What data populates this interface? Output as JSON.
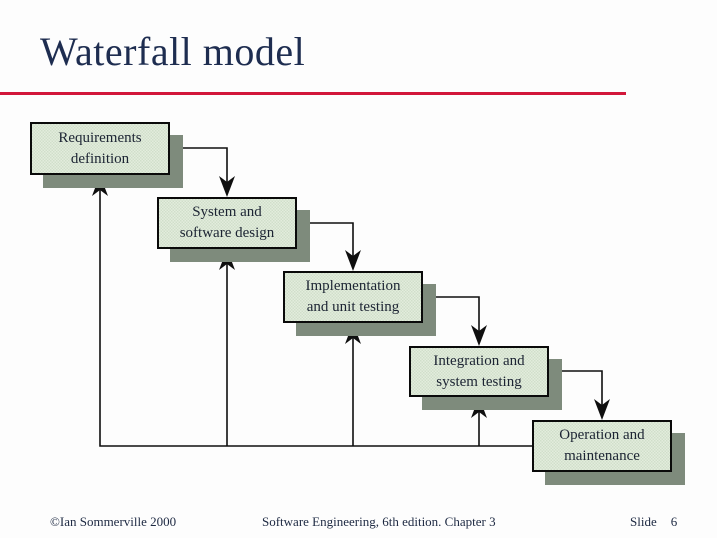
{
  "slide": {
    "title": "Waterfall model",
    "accent_color": "#d2173a",
    "title_color": "#1e2d50",
    "background_color": "#fdfdfd"
  },
  "diagram": {
    "type": "waterfall-cascade-flowchart",
    "stages": [
      {
        "label": "Requirements definition"
      },
      {
        "label": "System and software design"
      },
      {
        "label": "Implementation and unit testing"
      },
      {
        "label": "Integration and system testing"
      },
      {
        "label": "Operation and maintenance"
      }
    ],
    "forward_flow": [
      "Requirements definition -> System and software design",
      "System and software design -> Implementation and unit testing",
      "Implementation and unit testing -> Integration and system testing",
      "Integration and system testing -> Operation and maintenance"
    ],
    "feedback_flow": [
      "Operation and maintenance -> Requirements definition",
      "Operation and maintenance -> System and software design",
      "Operation and maintenance -> Implementation and unit testing",
      "Operation and maintenance -> Integration and system testing"
    ],
    "box_fill": "#d9e5d3",
    "box_border": "#0a0a0a",
    "shadow_color": "#7e8b7c",
    "line_color": "#0f0f0f"
  },
  "footer": {
    "copyright": "©Ian Sommerville 2000",
    "source": "Software Engineering, 6th edition. Chapter 3",
    "slide_label": "Slide",
    "slide_number": "6"
  }
}
